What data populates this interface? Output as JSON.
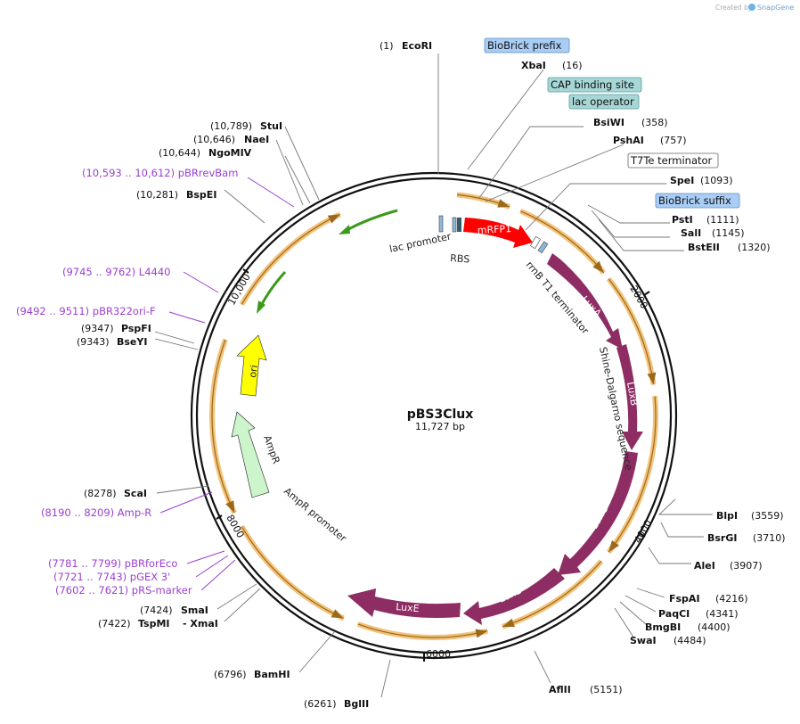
{
  "watermark": {
    "created_by": "Created by",
    "brand": "SnapGene"
  },
  "plasmid": {
    "name": "pBS3Clux",
    "size": "11,727 bp"
  },
  "ticks": [
    "2000",
    "4000",
    "6000",
    "8000",
    "10,000"
  ],
  "site_labels": [
    {
      "key": "EcoRI",
      "pos": "(1)",
      "name": "EcoRI"
    },
    {
      "key": "XbaI",
      "pos": "(16)",
      "name": "XbaI"
    },
    {
      "key": "BsiWI",
      "pos": "(358)",
      "name": "BsiWI"
    },
    {
      "key": "PshAI",
      "pos": "(757)",
      "name": "PshAI"
    },
    {
      "key": "SpeI",
      "pos": "(1093)",
      "name": "SpeI"
    },
    {
      "key": "PstI",
      "pos": "(1111)",
      "name": "PstI"
    },
    {
      "key": "SalI",
      "pos": "(1145)",
      "name": "SalI"
    },
    {
      "key": "BstEII",
      "pos": "(1320)",
      "name": "BstEII"
    },
    {
      "key": "BlpI",
      "pos": "(3559)",
      "name": "BlpI"
    },
    {
      "key": "BsrGI",
      "pos": "(3710)",
      "name": "BsrGI"
    },
    {
      "key": "AleI",
      "pos": "(3907)",
      "name": "AleI"
    },
    {
      "key": "FspAI",
      "pos": "(4216)",
      "name": "FspAI"
    },
    {
      "key": "PaqCI",
      "pos": "(4341)",
      "name": "PaqCI"
    },
    {
      "key": "BmgBI",
      "pos": "(4400)",
      "name": "BmgBI"
    },
    {
      "key": "SwaI",
      "pos": "(4484)",
      "name": "SwaI"
    },
    {
      "key": "AflII",
      "pos": "(5151)",
      "name": "AflII"
    },
    {
      "key": "BglII",
      "pos": "(6261)",
      "name": "BglII"
    },
    {
      "key": "BamHI",
      "pos": "(6796)",
      "name": "BamHI"
    },
    {
      "key": "SmaI",
      "pos": "(7424)",
      "name": "SmaI"
    },
    {
      "key": "TspMI",
      "pos": "(7422)",
      "name": "TspMI"
    },
    {
      "key": "XmaI",
      "pos": "",
      "name": "- XmaI"
    },
    {
      "key": "ScaI",
      "pos": "(8278)",
      "name": "ScaI"
    },
    {
      "key": "PspFI",
      "pos": "(9347)",
      "name": "PspFI"
    },
    {
      "key": "BseYI",
      "pos": "(9343)",
      "name": "BseYI"
    },
    {
      "key": "BspEI",
      "pos": "(10,281)",
      "name": "BspEI"
    },
    {
      "key": "NgoMIV",
      "pos": "(10,644)",
      "name": "NgoMIV"
    },
    {
      "key": "NaeI",
      "pos": "(10,646)",
      "name": "NaeI"
    },
    {
      "key": "StuI",
      "pos": "(10,789)",
      "name": "StuI"
    }
  ],
  "primers": [
    {
      "key": "pBRrevBam",
      "text": "(10,593 .. 10,612)  pBRrevBam"
    },
    {
      "key": "L4440",
      "text": "(9745 .. 9762)  L4440"
    },
    {
      "key": "pBR322ori",
      "text": "(9492 .. 9511)  pBR322ori-F"
    },
    {
      "key": "AmpR",
      "text": "(8190 .. 8209)  Amp-R"
    },
    {
      "key": "pBRforEco",
      "text": "(7781 .. 7799)  pBRforEco"
    },
    {
      "key": "pGEX3",
      "text": "(7721 .. 7743)  pGEX 3'"
    },
    {
      "key": "pRS",
      "text": "(7602 .. 7621)  pRS-marker"
    }
  ],
  "boxed_features": [
    {
      "key": "biobrick_prefix",
      "text": "BioBrick prefix",
      "color": "#a9cdf5"
    },
    {
      "key": "cap",
      "text": "CAP binding site",
      "color": "#a6d6d6"
    },
    {
      "key": "lacop",
      "text": "lac operator",
      "color": "#a6d6d6"
    },
    {
      "key": "t7te",
      "text": "T7Te terminator",
      "color": "#ffffff"
    },
    {
      "key": "biobrick_suffix",
      "text": "BioBrick suffix",
      "color": "#a9cdf5"
    }
  ],
  "features": {
    "mRFP1": "mRFP1",
    "LuxA": "LuxA",
    "LuxB": "LuxB",
    "LuxC": "LuxC",
    "LuxD": "LuxD",
    "LuxE": "LuxE",
    "ori": "ori",
    "AmpR": "AmpR",
    "lac_promoter": "lac promoter",
    "RBS": "RBS",
    "rrnB": "rrnB T1 terminator",
    "shine": "Shine-Dalgarno sequence",
    "ampr_promoter": "AmpR promoter"
  },
  "colors": {
    "lux": "#8e2d63",
    "mrfp": "#ff0000",
    "ori": "#ffff00",
    "ampr": "#ccf5cc",
    "orf": "#f3b561",
    "green_arrow": "#3a9a1a",
    "primer": "#9b3fd1",
    "backbone": "#111111"
  }
}
